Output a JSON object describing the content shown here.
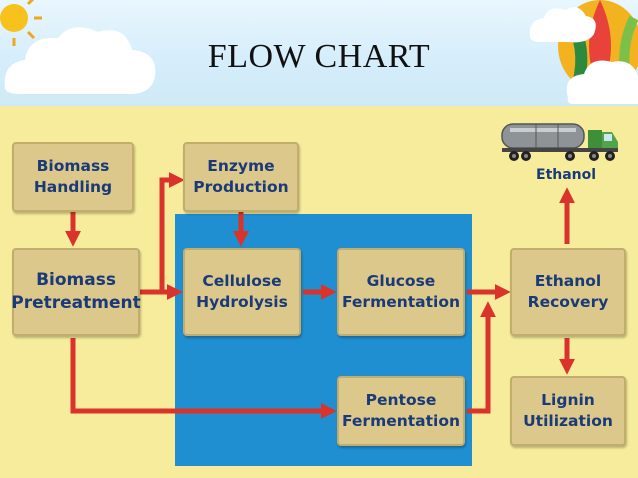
{
  "title": "FLOW CHART",
  "nodes": {
    "biomass_handling": "Biomass\nHandling",
    "enzyme_production": "Enzyme\nProduction",
    "biomass_pretreatment": "Biomass\nPretreatment",
    "cellulose_hydrolysis": "Cellulose\nHydrolysis",
    "glucose_fermentation": "Glucose\nFermentation",
    "ethanol_recovery": "Ethanol\nRecovery",
    "pentose_fermentation": "Pentose\nFermentation",
    "lignin_utilization": "Lignin\nUtilization"
  },
  "output_label": "Ethanol",
  "colors": {
    "arrow": "#d9332b",
    "process_area": "#1f8fd1",
    "background": "#f6ec9b",
    "box_fill": "#dcc88b",
    "text": "#1a3a78"
  },
  "icons": [
    "sun-icon",
    "cloud-icon",
    "balloon-icon",
    "tanker-truck-icon"
  ]
}
